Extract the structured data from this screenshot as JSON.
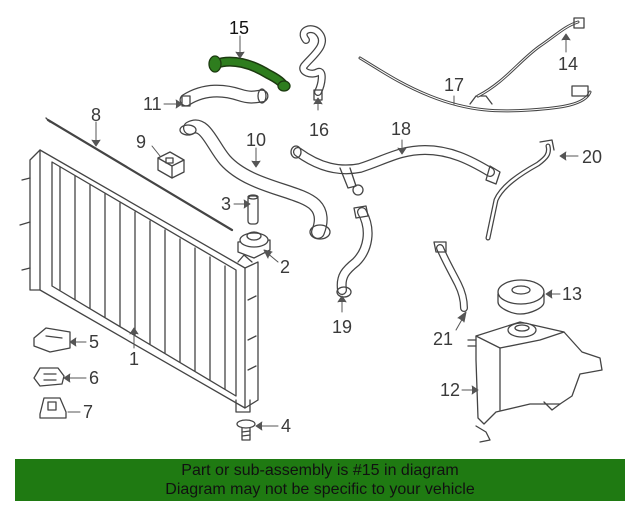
{
  "diagram": {
    "callouts": {
      "c1": "1",
      "c2": "2",
      "c3": "3",
      "c4": "4",
      "c5": "5",
      "c6": "6",
      "c7": "7",
      "c8": "8",
      "c9": "9",
      "c10": "10",
      "c11": "11",
      "c12": "12",
      "c13": "13",
      "c14": "14",
      "c15": "15",
      "c16": "16",
      "c17": "17",
      "c18": "18",
      "c19": "19",
      "c20": "20",
      "c21": "21"
    },
    "highlighted_part": "15",
    "highlight_color": "#2e7d1e"
  },
  "banner": {
    "line1": "Part or sub-assembly is #15 in diagram",
    "line2": "Diagram may not be specific to your vehicle",
    "background": "#1f7a12"
  }
}
